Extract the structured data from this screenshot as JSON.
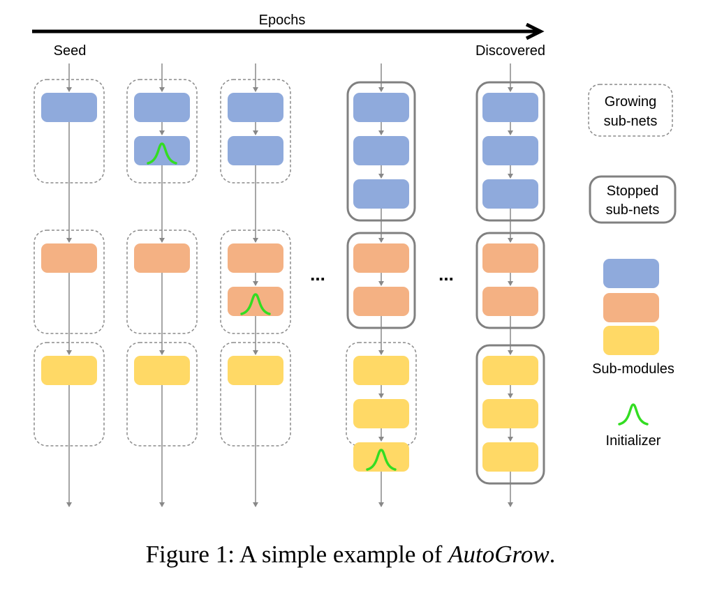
{
  "labels": {
    "epochs": "Epochs",
    "seed": "Seed",
    "discovered": "Discovered",
    "ellipsis": "...",
    "caption_prefix": "Figure 1: A simple example of ",
    "caption_emph": "AutoGrow",
    "caption_suffix": "."
  },
  "legend": {
    "growing_line1": "Growing",
    "growing_line2": "sub-nets",
    "stopped_line1": "Stopped",
    "stopped_line2": "sub-nets",
    "submodules": "Sub-modules",
    "initializer": "Initializer"
  },
  "colors": {
    "blue": "#8faadc",
    "orange": "#f4b183",
    "yellow": "#ffd966",
    "initializer": "#33dd22",
    "arrow": "#888888",
    "dashed_border": "#8a8a8a",
    "solid_border": "#808080",
    "epoch_arrow": "#000000"
  },
  "columns": [
    {
      "name": "seed",
      "groups": [
        {
          "status": "growing",
          "modules": 1,
          "initializer_on": null
        },
        {
          "status": "growing",
          "modules": 1,
          "initializer_on": null
        },
        {
          "status": "growing",
          "modules": 1,
          "initializer_on": null
        }
      ]
    },
    {
      "name": "epoch-2",
      "groups": [
        {
          "status": "growing",
          "modules": 2,
          "initializer_on": 2
        },
        {
          "status": "growing",
          "modules": 1,
          "initializer_on": null
        },
        {
          "status": "growing",
          "modules": 1,
          "initializer_on": null
        }
      ]
    },
    {
      "name": "epoch-3",
      "groups": [
        {
          "status": "growing",
          "modules": 2,
          "initializer_on": null
        },
        {
          "status": "growing",
          "modules": 2,
          "initializer_on": 2
        },
        {
          "status": "growing",
          "modules": 1,
          "initializer_on": null
        }
      ]
    },
    {
      "name": "epoch-later",
      "groups": [
        {
          "status": "stopped",
          "modules": 3,
          "initializer_on": null
        },
        {
          "status": "stopped",
          "modules": 2,
          "initializer_on": null
        },
        {
          "status": "growing",
          "modules": 3,
          "initializer_on": 3
        }
      ]
    },
    {
      "name": "discovered",
      "groups": [
        {
          "status": "stopped",
          "modules": 3,
          "initializer_on": null
        },
        {
          "status": "stopped",
          "modules": 2,
          "initializer_on": null
        },
        {
          "status": "stopped",
          "modules": 3,
          "initializer_on": null
        }
      ]
    }
  ]
}
